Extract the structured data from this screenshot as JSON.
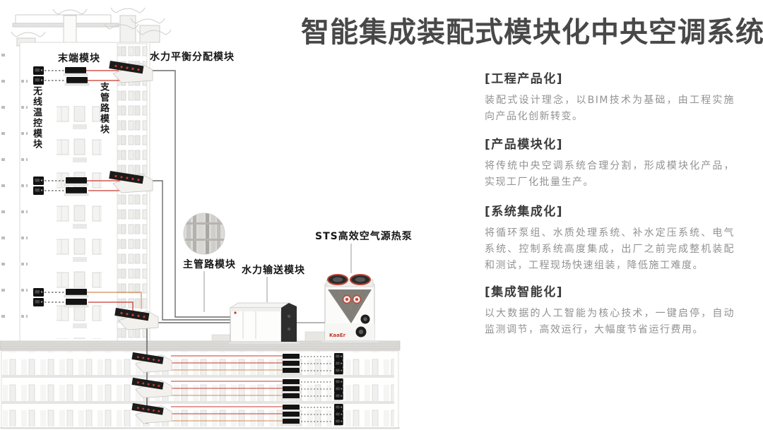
{
  "title": "智能集成装配式模块化中央空调系统",
  "diagram": {
    "labels": {
      "terminal_module": "末端模块",
      "hydraulic_balance_distribution_module": "水力平衡分配模块",
      "wireless_thermostat_module": "无线温控模块",
      "branch_pipeline_module": "支管路模块",
      "main_pipeline_module": "主管路模块",
      "hydraulic_transport_module": "水力输送模块",
      "heat_pump": "STS高效空气源热泵",
      "heat_pump_brand": "KaaEr"
    }
  },
  "sections": [
    {
      "heading": "[工程产品化]",
      "body": "装配式设计理念，以BIM技术为基础，由工程实施向产品化创新转变。"
    },
    {
      "heading": "[产品模块化]",
      "body": "将传统中央空调系统合理分割，形成模块化产品，实现工厂化批量生产。"
    },
    {
      "heading": "[系统集成化]",
      "body": "将循环泵组、水质处理系统、补水定压系统、电气系统、控制系统高度集成，出厂之前完成整机装配和测试，工程现场快速组装，降低施工难度。"
    },
    {
      "heading": "[集成智能化]",
      "body": "以大数据的人工智能为核心技术，一键启停，自动监测调节，高效运行，大幅度节省运行费用。"
    }
  ],
  "colors": {
    "title_gray": "#484848",
    "heading_gray": "#3a3a3a",
    "body_gray": "#929292",
    "pipe_red": "#c8372d",
    "pipe_orange": "#d08a55",
    "accent_red": "#c0392b",
    "line_art_gray": "#d6d6d4"
  }
}
